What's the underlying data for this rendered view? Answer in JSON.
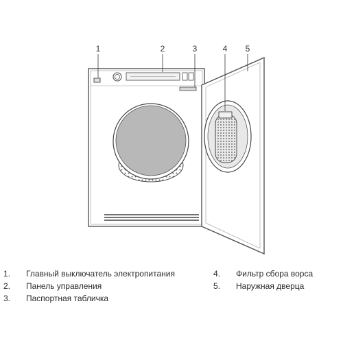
{
  "callouts": [
    {
      "id": "1",
      "number": "1"
    },
    {
      "id": "2",
      "number": "2"
    },
    {
      "id": "3",
      "number": "3"
    },
    {
      "id": "4",
      "number": "4"
    },
    {
      "id": "5",
      "number": "5"
    }
  ],
  "legend": [
    {
      "number": "1.",
      "label": "Главный выключатель электропитания"
    },
    {
      "number": "2.",
      "label": "Панель управления"
    },
    {
      "number": "3.",
      "label": "Паспортная табличка"
    },
    {
      "number": "4.",
      "label": "Фильтр сбора ворса"
    },
    {
      "number": "5.",
      "label": "Наружная дверца"
    }
  ]
}
